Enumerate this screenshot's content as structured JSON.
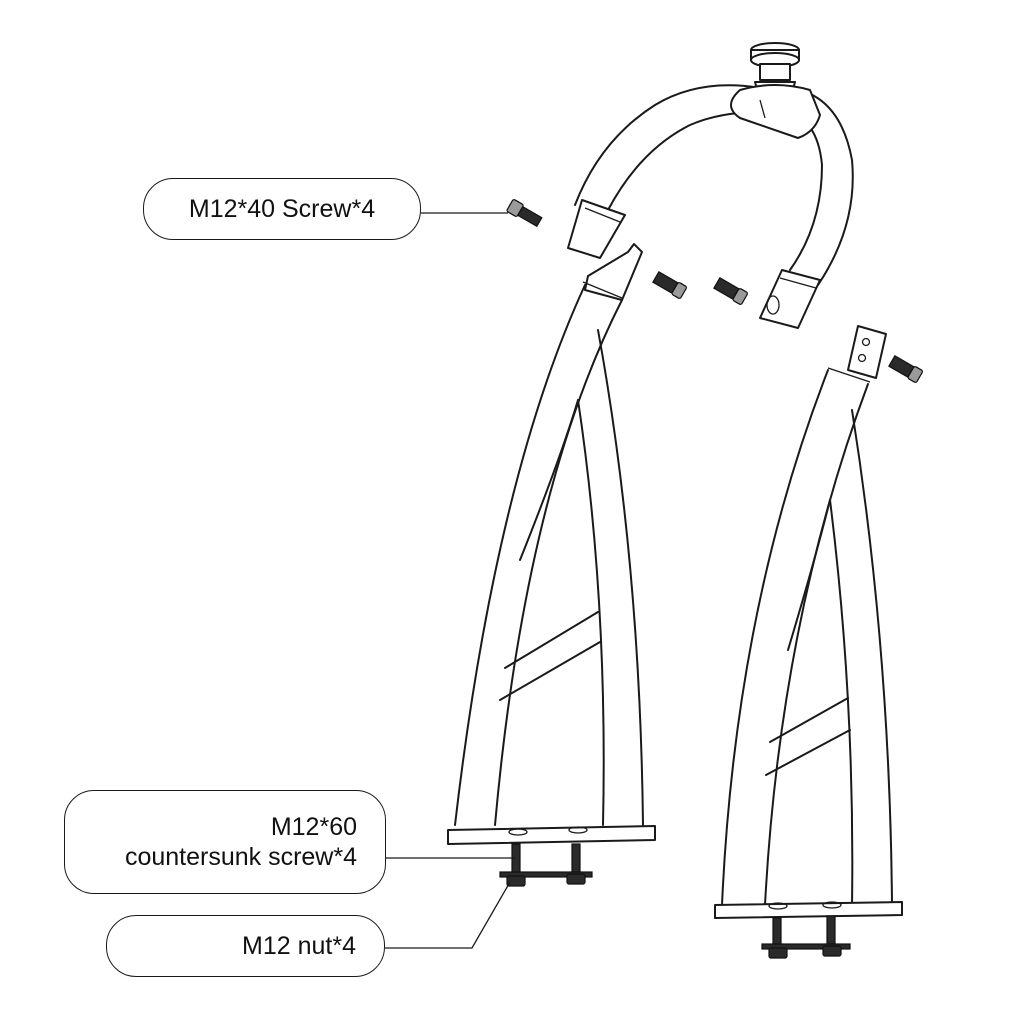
{
  "callouts": {
    "screw_m12x40": "M12*40 Screw*4",
    "screw_m12x60_line1": "M12*60",
    "screw_m12x60_line2": "countersunk screw*4",
    "nut_m12": "M12 nut*4"
  }
}
